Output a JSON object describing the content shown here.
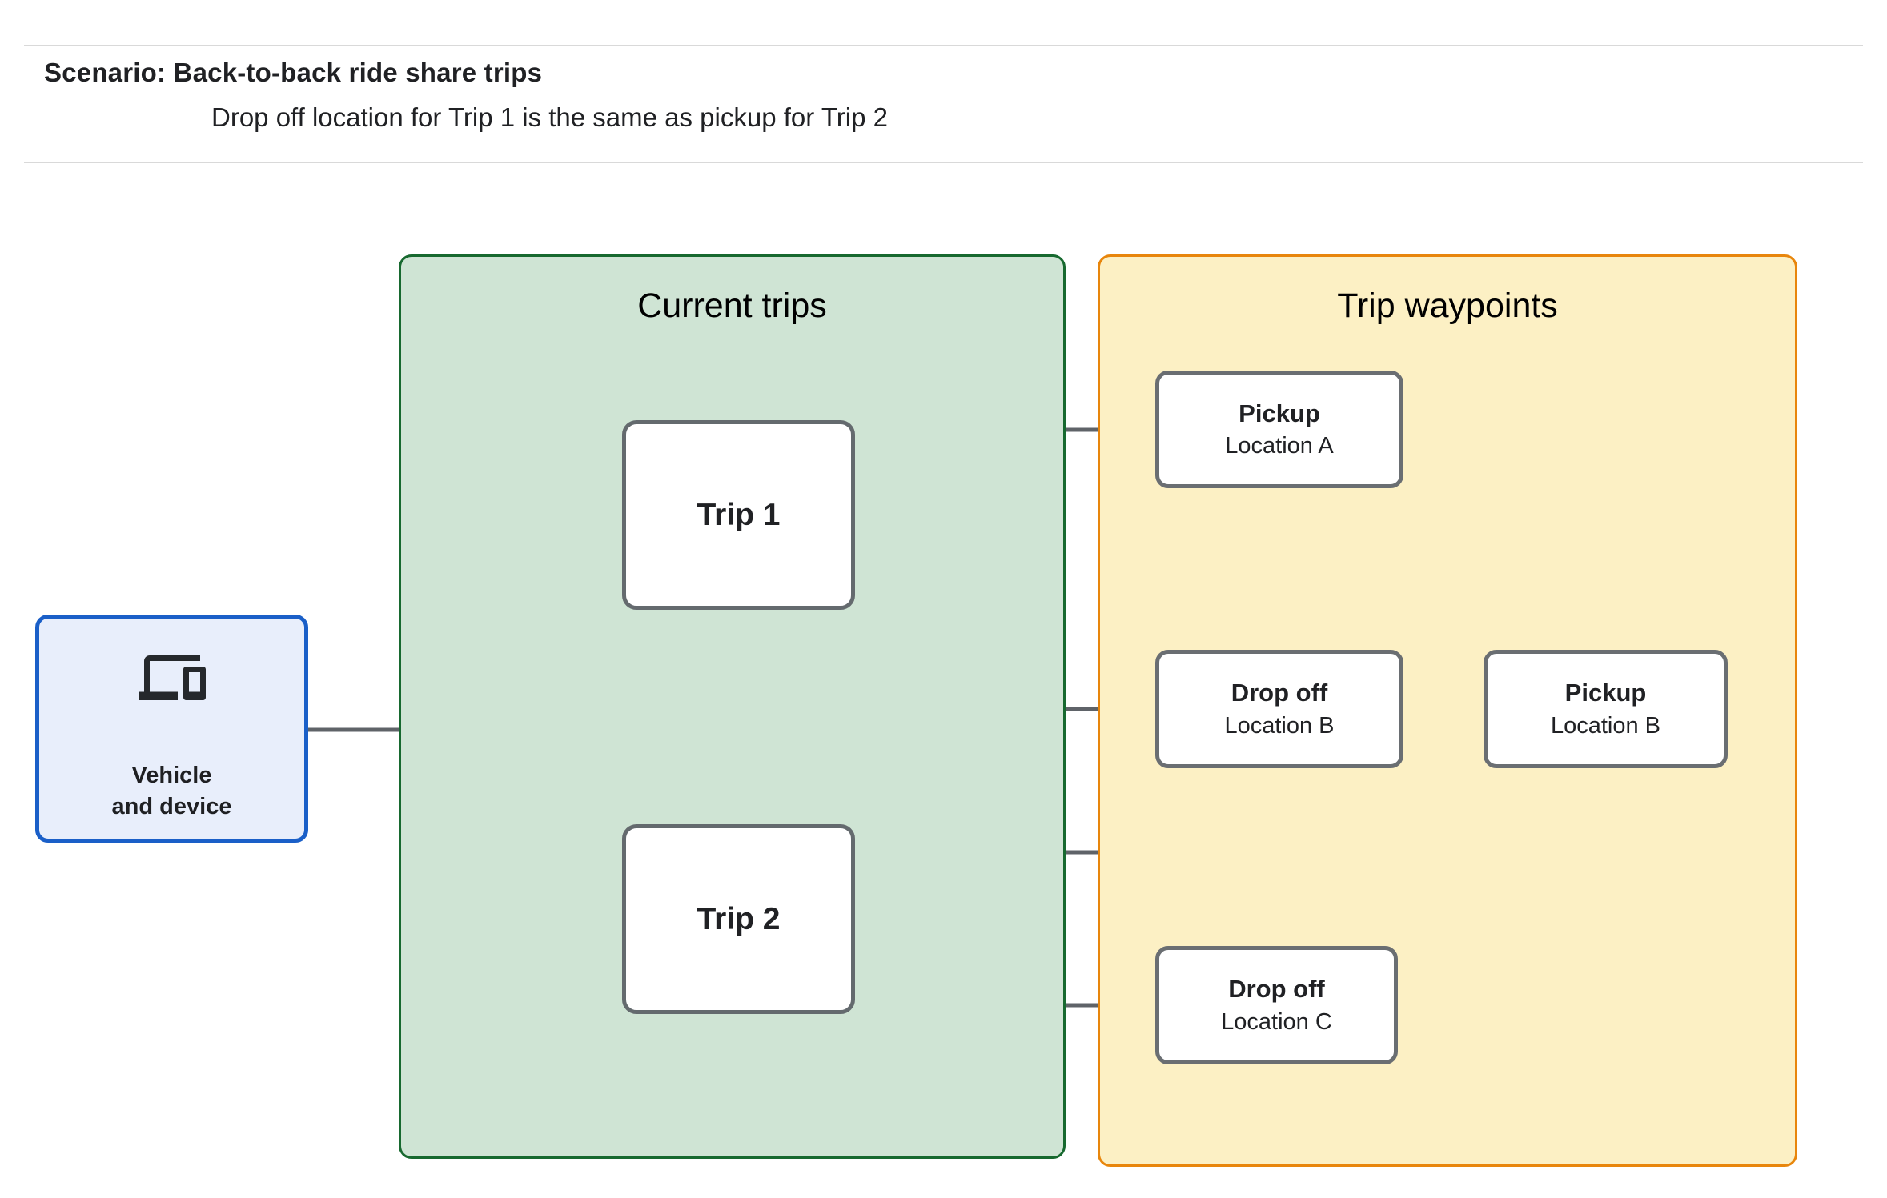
{
  "header": {
    "title": "Scenario: Back-to-back ride share trips",
    "subtitle": "Drop off  location for Trip 1 is the same as pickup for Trip 2"
  },
  "groups": {
    "current_trips": {
      "title": "Current trips"
    },
    "trip_waypoints": {
      "title": "Trip waypoints"
    }
  },
  "nodes": {
    "vehicle": {
      "label_line1": "Vehicle",
      "label_line2": "and device",
      "icon": "devices-icon"
    },
    "trip1": {
      "label": "Trip 1"
    },
    "trip2": {
      "label": "Trip 2"
    },
    "pickup_a": {
      "title": "Pickup",
      "location": "Location A"
    },
    "dropoff_b": {
      "title": "Drop off",
      "location": "Location B"
    },
    "pickup_b": {
      "title": "Pickup",
      "location": "Location B"
    },
    "dropoff_c": {
      "title": "Drop off",
      "location": "Location C"
    }
  },
  "colors": {
    "page_background": "#ffffff",
    "divider": "#d9d9d9",
    "current_trips_fill": "#cfe4d4",
    "current_trips_border": "#17692f",
    "trip_waypoints_fill": "#fcf0c4",
    "trip_waypoints_border": "#e8860c",
    "vehicle_fill": "#e8eefb",
    "vehicle_border": "#1a5fc8",
    "node_fill": "#ffffff",
    "node_border": "#646a6e",
    "connector": "#5f6368",
    "icon": "#25282c",
    "text": "#202124"
  }
}
